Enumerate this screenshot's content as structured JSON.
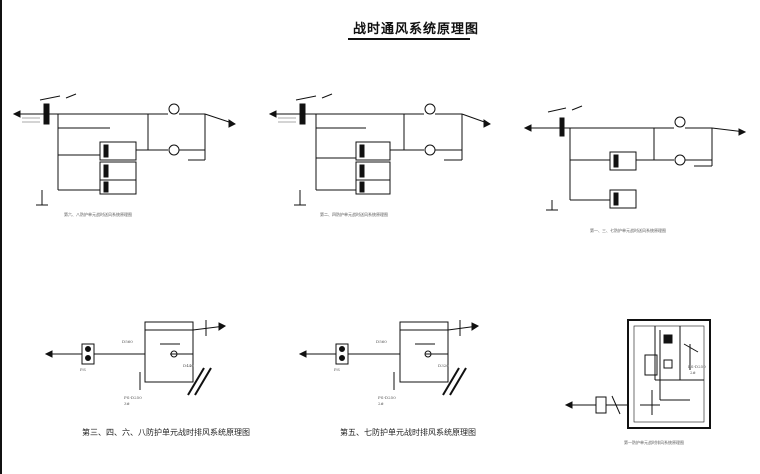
{
  "title": "战时通风系统原理图",
  "captions": {
    "d1": "第六、八防护单元战时送风系统原理图",
    "d2": "第二、四防护单元战时送风系统原理图",
    "d3": "第一、三、七防护单元战时送风系统原理图",
    "d4": "第三、四、六、八防护单元战时排风系统原理图",
    "d5": "第五、七防护单元战时排风系统原理图",
    "d6": "第一防护单元战时排风系统原理图"
  },
  "labels": {
    "d4_fan": "P.S",
    "d4_valve": "D560",
    "d4_duct": "D440",
    "d4_ps": "PS-D250",
    "d4_qty": "3#",
    "d5_fan": "P.S",
    "d5_valve": "D560",
    "d5_duct": "D320",
    "d5_ps": "PS-D250",
    "d5_qty": "2#",
    "d6_ps": "PS-D250",
    "d6_qty": "2#"
  }
}
